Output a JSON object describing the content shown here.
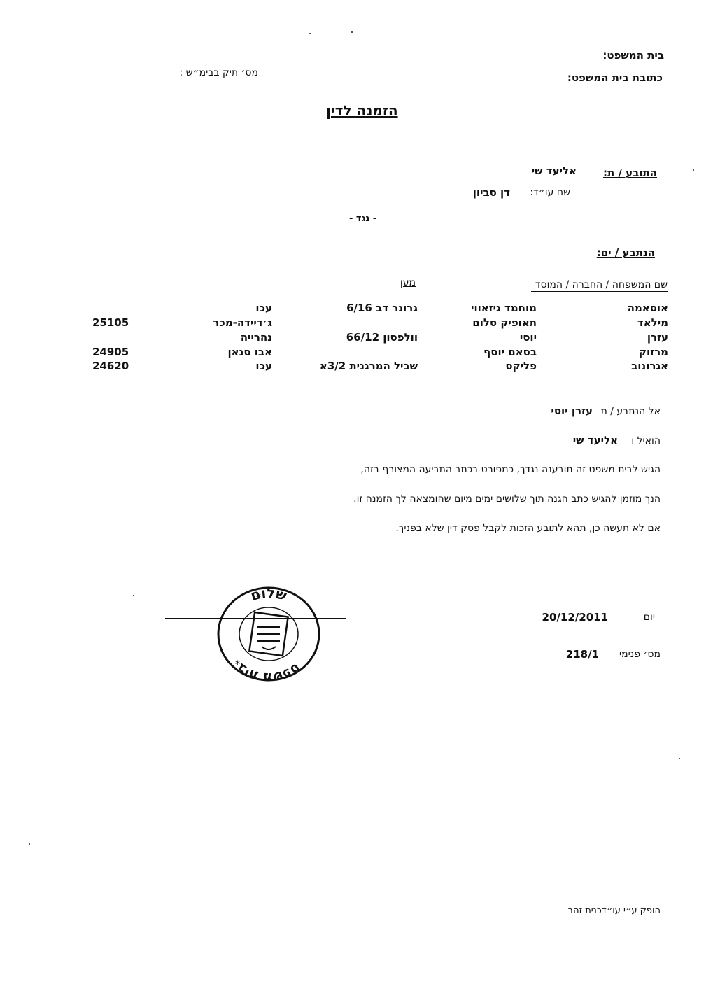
{
  "header": {
    "court_label": "בית המשפט:",
    "court_address_label": "כתובת בית המשפט:",
    "file_number_label": "מס׳ תיק בבימ״ש :"
  },
  "title": "הזמנה לדין",
  "plaintiff": {
    "label": "התובע / ת:",
    "name": "אליעד שי",
    "lawyer_label": "שם עו״ד:",
    "lawyer_name": "דן סביון"
  },
  "versus": "- נגד -",
  "defendants": {
    "label": "הנתבע / ים:",
    "col_name_header": "שם המשפחה / החברה / המוסד",
    "col_address_header": "מען",
    "rows": [
      {
        "last": "אוסאמה",
        "first": "מוחמד גיזאווי",
        "street": "גרונר דב 6/16",
        "city": "עכו",
        "zip": ""
      },
      {
        "last": "מילאד",
        "first": "תאופיק סלום",
        "street": "",
        "city": "ג׳דיידה-מכר",
        "zip": "25105"
      },
      {
        "last": "עזרן",
        "first": "יוסי",
        "street": "וולפסון 66/12",
        "city": "נהרייה",
        "zip": ""
      },
      {
        "last": "מרזוק",
        "first": "בסאם יוסף",
        "street": "",
        "city": "אבו סנאן",
        "zip": "24905"
      },
      {
        "last": "אגרונוב",
        "first": "פליקס",
        "street": "שביל המרגנית 3/2א",
        "city": "עכו",
        "zip": "24620"
      }
    ]
  },
  "body": {
    "to_label": "אל הנתבע / ת",
    "to_name": "עזרן יוסי",
    "since_label": "הואיל ו",
    "since_name": "אליעד שי",
    "line1": "הגיש לבית משפט זה תובענה נגדך, כמפורט בכתב התביעה המצורף בזה,",
    "line2": "הנך מוזמן להגיש כתב הגנה תוך שלושים ימים מיום שהומצאה לך הזמנה זו.",
    "line3": "אם לא תעשה כן, תהא לתובע הזכות לקבל פסק דין שלא בפניך."
  },
  "footer": {
    "day_label": "יום",
    "date": "20/12/2011",
    "internal_label": "מס׳ פנימי",
    "internal_number": "218/1",
    "printer_note": "הופק ע״י עו״דכנית זהב"
  },
  "stamp": {
    "ring_top": "שלום",
    "ring_bottom": "בית משפט"
  }
}
